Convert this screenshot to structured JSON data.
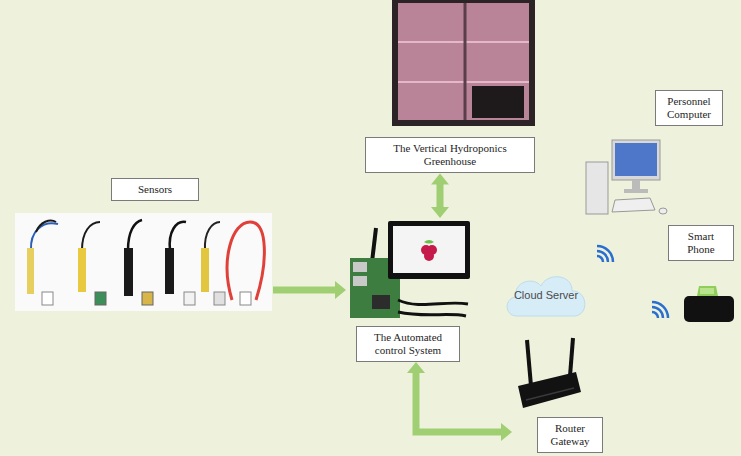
{
  "diagram": {
    "nodes": [
      {
        "text": [
          "Sensors"
        ]
      },
      {
        "text": [
          "The Vertical Hydroponics Greenhouse"
        ]
      },
      {
        "text": [
          "The Automated control System"
        ]
      },
      {
        "text": [
          "Cloud Server"
        ]
      },
      {
        "text": [
          "Router Gateway"
        ]
      },
      {
        "text": [
          "Personnel Computer"
        ]
      },
      {
        "text": [
          "Smart Phone"
        ]
      }
    ],
    "edges": [
      {
        "from": 0,
        "to": 2,
        "arrow": "to"
      },
      {
        "from": 1,
        "to": 2,
        "arrow": "both"
      },
      {
        "from": 2,
        "to": 4,
        "arrow": "both"
      }
    ]
  }
}
